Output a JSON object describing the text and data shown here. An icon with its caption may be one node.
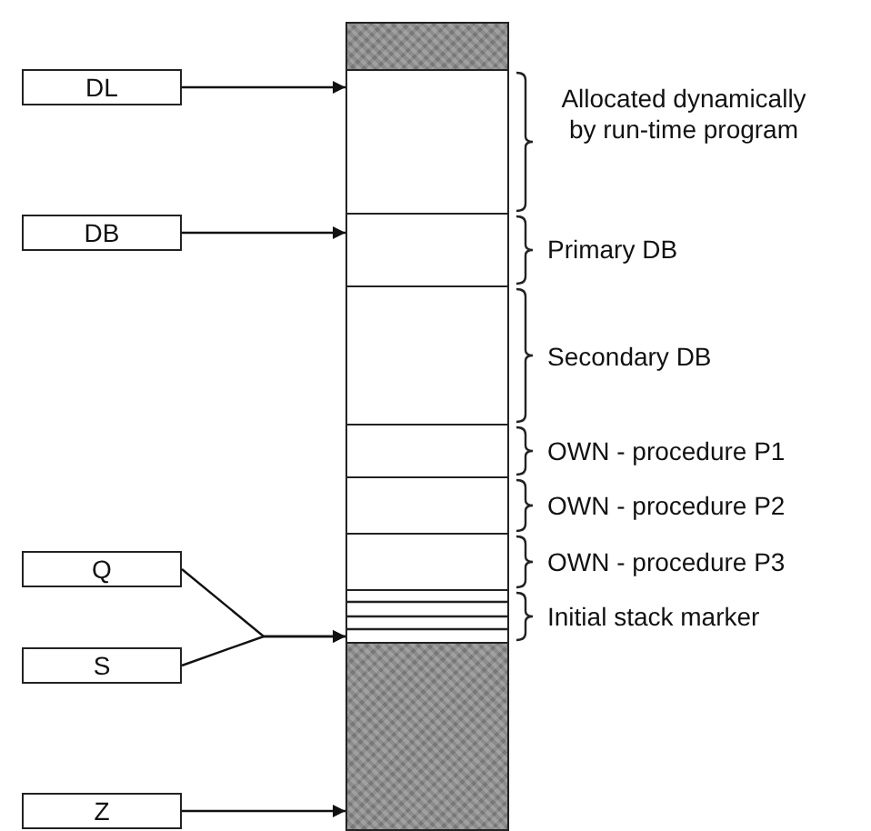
{
  "diagram": {
    "nodes": [
      {
        "text": [
          "DL"
        ]
      },
      {
        "text": [
          "DB"
        ]
      },
      {
        "text": [
          "Q"
        ]
      },
      {
        "text": [
          "S"
        ]
      },
      {
        "text": [
          "Z"
        ]
      },
      {
        "text": [],
        "shape": "box"
      },
      {
        "text": [],
        "shape": "box",
        "beside": [
          "Allocated dynamically by run-time program"
        ]
      },
      {
        "text": [],
        "shape": "box",
        "beside": [
          "Primary DB"
        ]
      },
      {
        "text": [],
        "shape": "box",
        "beside": [
          "Secondary DB"
        ]
      },
      {
        "text": [],
        "shape": "box",
        "beside": [
          "OWN - procedure P1"
        ]
      },
      {
        "text": [],
        "shape": "box",
        "beside": [
          "OWN - procedure P2"
        ]
      },
      {
        "text": [],
        "shape": "box",
        "beside": [
          "OWN - procedure P3"
        ]
      },
      {
        "text": [],
        "shape": "box",
        "beside": [
          "Initial stack marker"
        ]
      },
      {
        "text": [],
        "shape": "box"
      }
    ],
    "edges": [
      {
        "from": 0,
        "to": 6,
        "arrow": "to"
      },
      {
        "from": 1,
        "to": 7,
        "arrow": "to"
      },
      {
        "from": 2,
        "to": 13,
        "arrow": "to"
      },
      {
        "from": 3,
        "to": 13,
        "arrow": "to"
      },
      {
        "from": 4,
        "to": 13,
        "arrow": "to"
      }
    ]
  }
}
